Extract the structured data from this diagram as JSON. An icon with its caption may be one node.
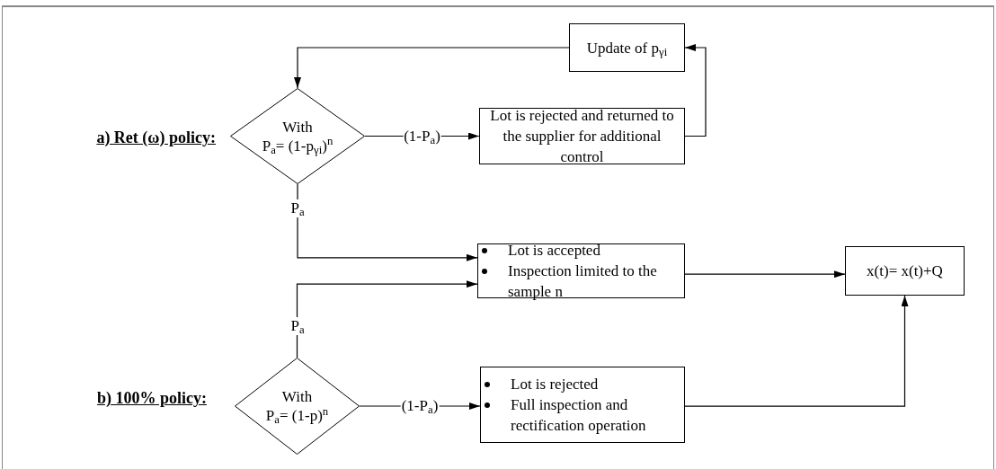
{
  "diagram": {
    "nodes": [
      {
        "text": [
          "Update of  p$_{γi}$"
        ]
      },
      {
        "text": [
          "With",
          "P$_{a}$= (1-p$_{γi}$)$^{n}$"
        ]
      },
      {
        "text": [
          "Lot is rejected and returned to the supplier for additional control"
        ]
      },
      {
        "text": [
          "Lot is accepted",
          "Inspection limited to the sample n"
        ]
      },
      {
        "text": [
          "x(t)= x(t)+Q"
        ]
      },
      {
        "text": [
          "With",
          "P$_{a}$= (1-p)$^{n}$"
        ]
      },
      {
        "text": [
          "Lot is rejected",
          "Full inspection and rectification operation"
        ]
      }
    ],
    "edges": [
      {
        "from": 1,
        "to": 2,
        "arrow": "to",
        "label": "(1-P$_{a}$)"
      },
      {
        "from": 2,
        "to": 0,
        "arrow": "to"
      },
      {
        "from": 0,
        "to": 1,
        "arrow": "to"
      },
      {
        "from": 1,
        "to": 3,
        "arrow": "to",
        "label": "P$_{a}$"
      },
      {
        "from": 5,
        "to": 3,
        "arrow": "to",
        "label": "P$_{a}$"
      },
      {
        "from": 5,
        "to": 6,
        "arrow": "to",
        "label": "(1-P$_{a}$)"
      },
      {
        "from": 3,
        "to": 4,
        "arrow": "to"
      },
      {
        "from": 6,
        "to": 4,
        "arrow": "to"
      }
    ],
    "labels": [
      "a) Ret (ω) policy:",
      "b) 100% policy:"
    ]
  }
}
